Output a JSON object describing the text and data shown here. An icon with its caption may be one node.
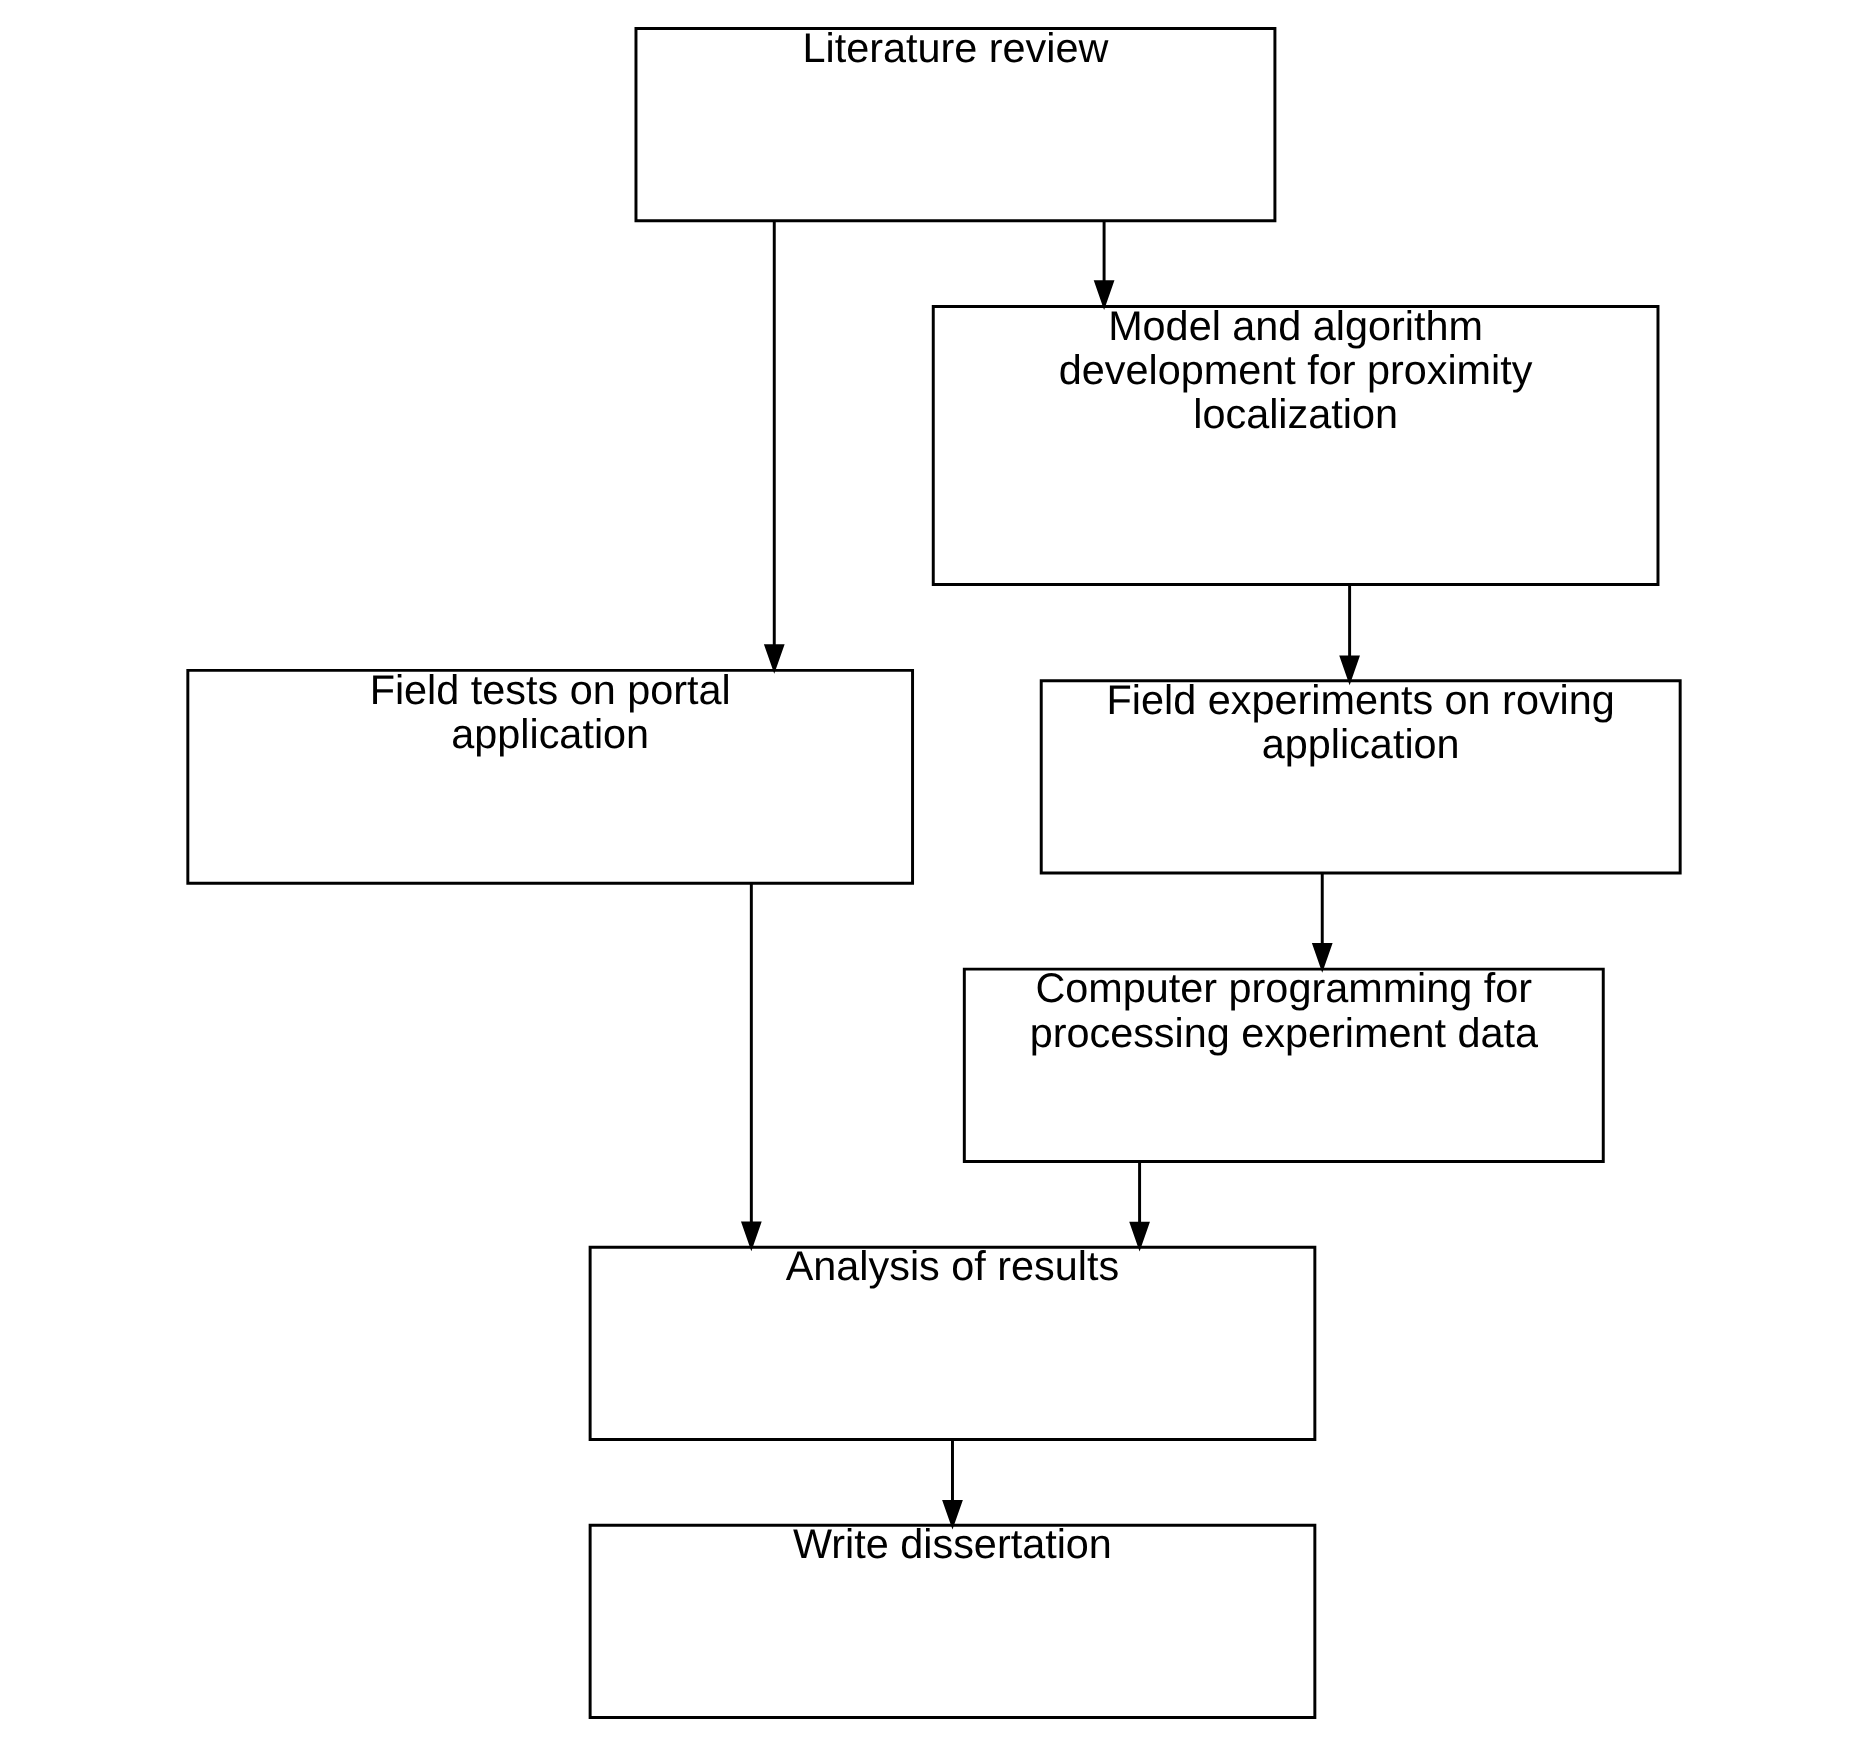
{
  "diagram": {
    "nodes": [
      {
        "text": [
          "Literature review"
        ]
      },
      {
        "text": [
          "Field tests on portal application"
        ]
      },
      {
        "text": [
          "Model and algorithm development for proximity localization"
        ]
      },
      {
        "text": [
          "Field experiments on roving application"
        ]
      },
      {
        "text": [
          "Computer programming for processing experiment data"
        ]
      },
      {
        "text": [
          "Analysis of results"
        ]
      },
      {
        "text": [
          "Write dissertation"
        ]
      }
    ],
    "edges": [
      {
        "from": 0,
        "to": 1,
        "arrow": "to"
      },
      {
        "from": 0,
        "to": 2,
        "arrow": "to"
      },
      {
        "from": 2,
        "to": 3,
        "arrow": "to"
      },
      {
        "from": 3,
        "to": 4,
        "arrow": "to"
      },
      {
        "from": 1,
        "to": 5,
        "arrow": "to"
      },
      {
        "from": 4,
        "to": 5,
        "arrow": "to"
      },
      {
        "from": 5,
        "to": 6,
        "arrow": "to"
      }
    ]
  }
}
